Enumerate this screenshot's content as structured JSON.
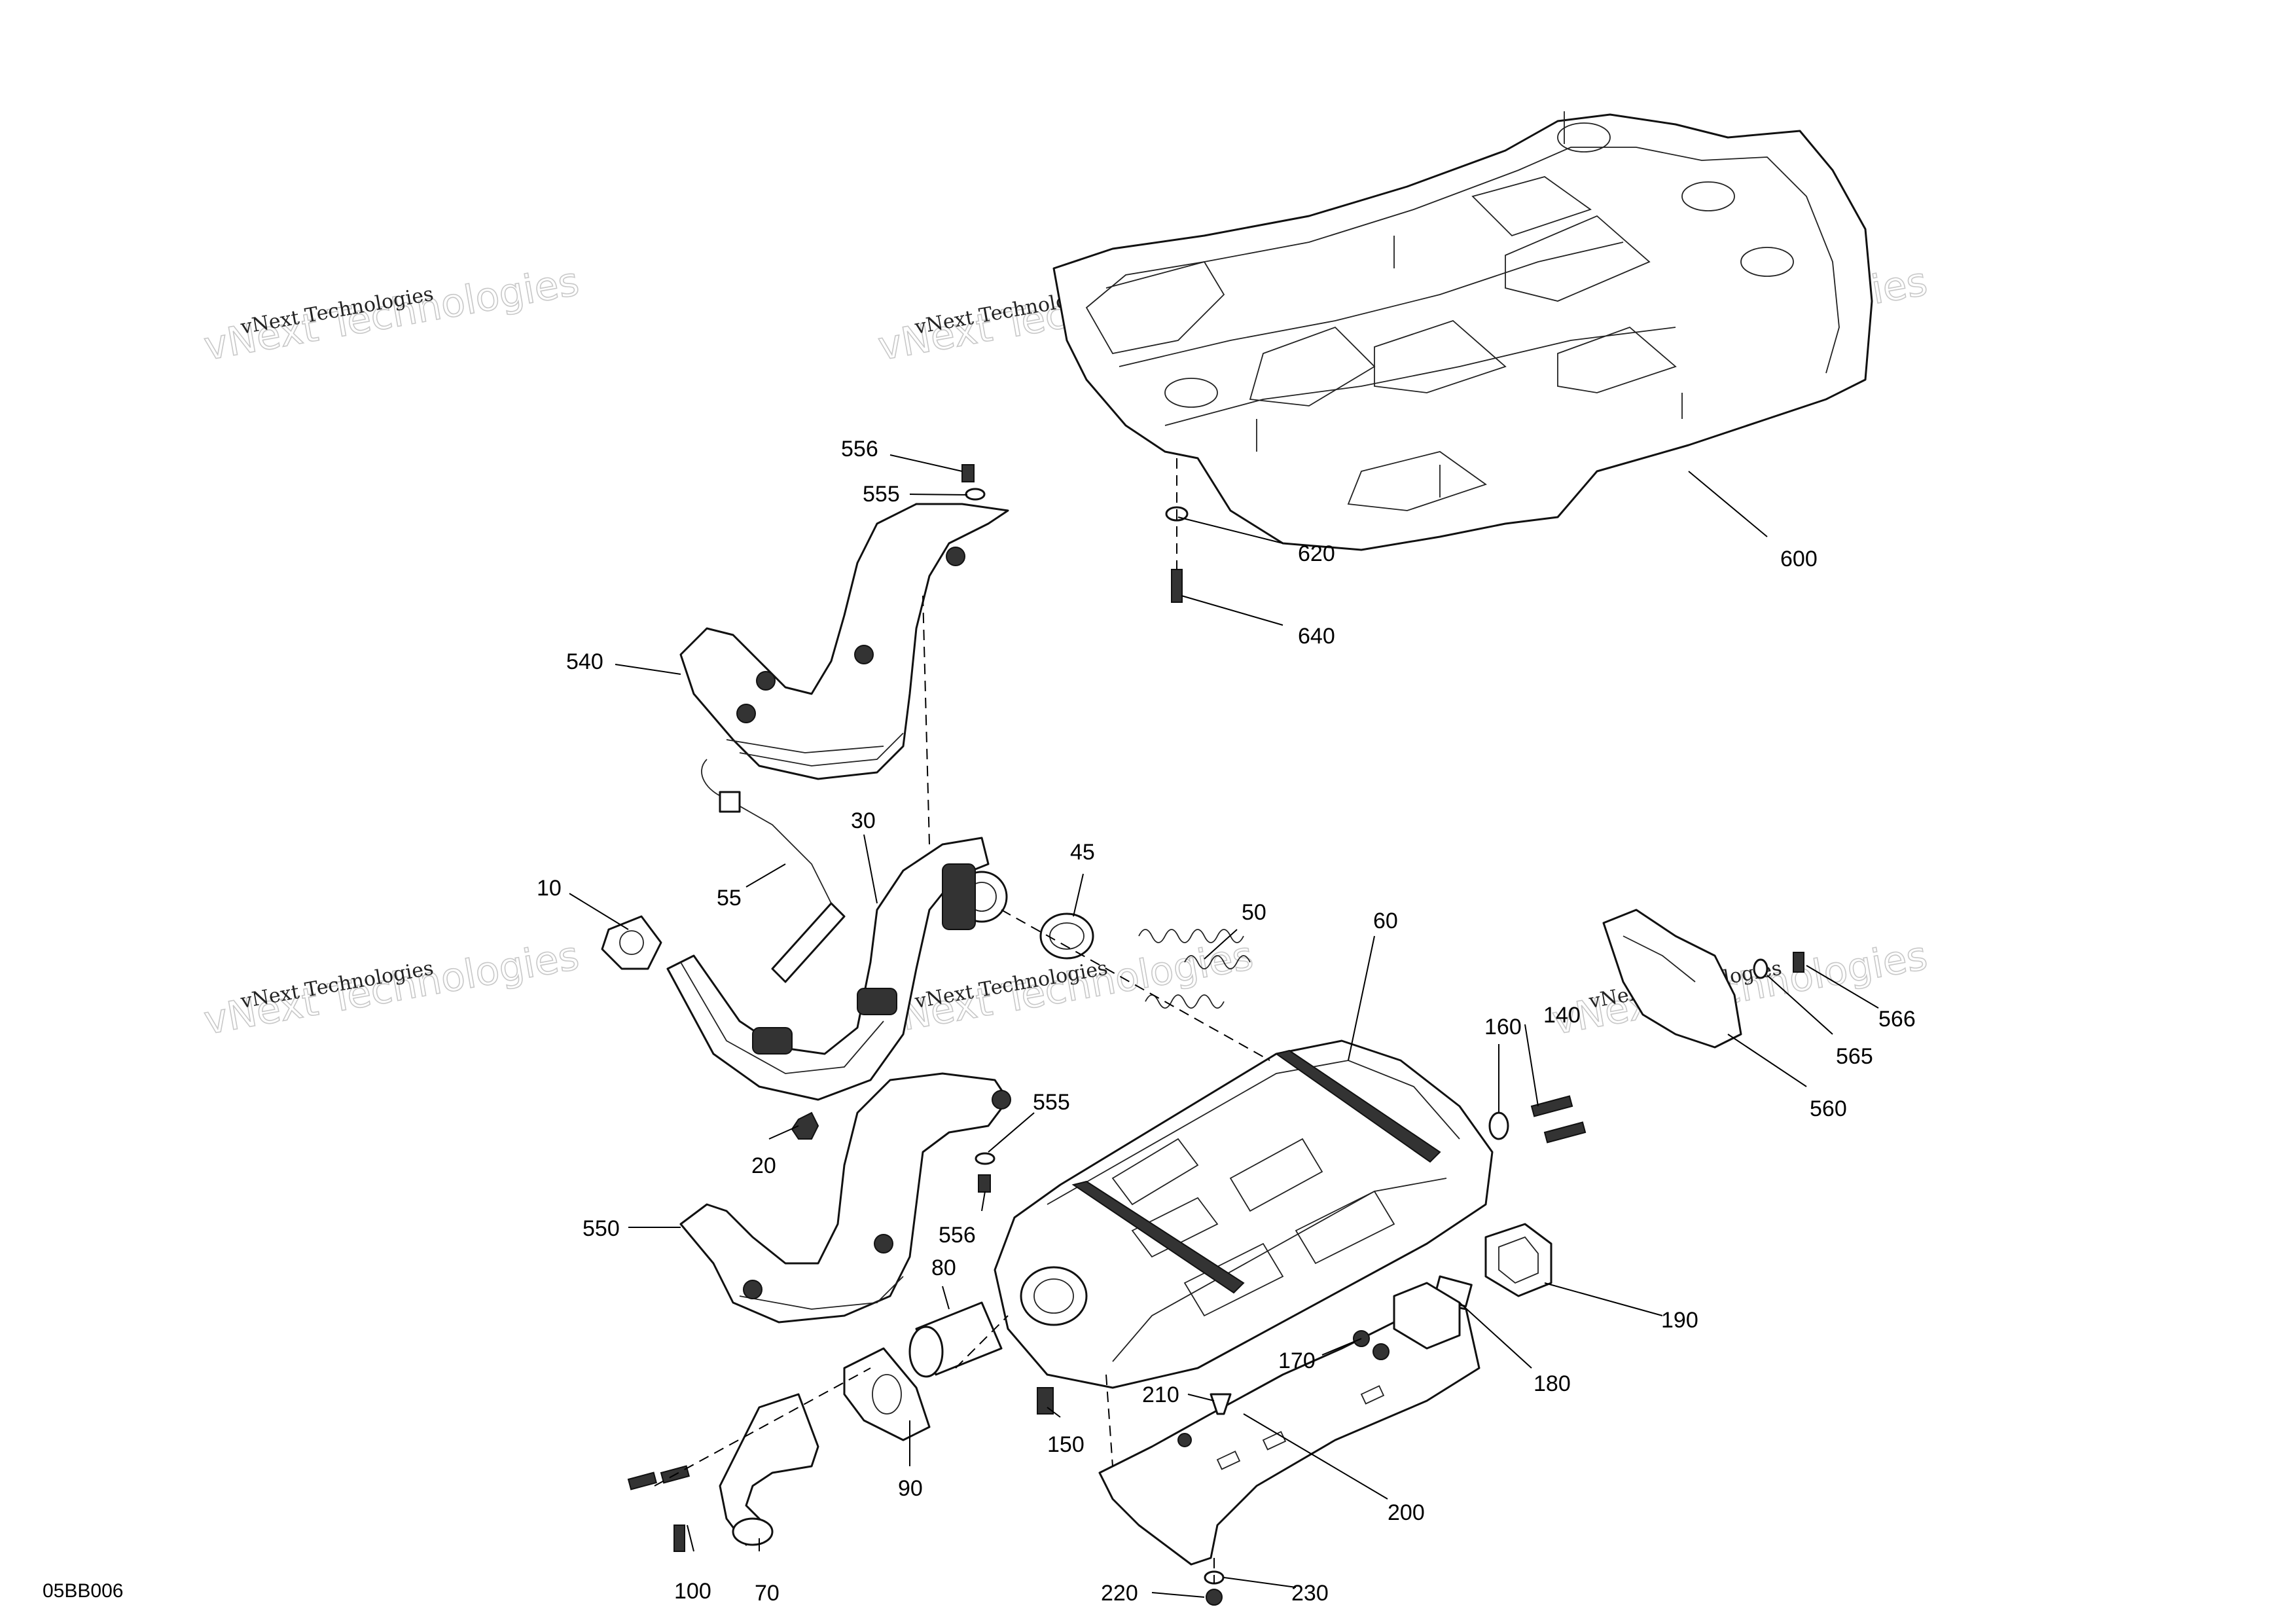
{
  "diagram_code": "05BB006",
  "watermark": {
    "line1": "vNext Technologies",
    "line2": "vNext Technologies"
  },
  "callouts": [
    {
      "id": "556a",
      "text": "556"
    },
    {
      "id": "555a",
      "text": "555"
    },
    {
      "id": "540",
      "text": "540"
    },
    {
      "id": "620",
      "text": "620"
    },
    {
      "id": "640",
      "text": "640"
    },
    {
      "id": "600",
      "text": "600"
    },
    {
      "id": "30",
      "text": "30"
    },
    {
      "id": "10",
      "text": "10"
    },
    {
      "id": "45",
      "text": "45"
    },
    {
      "id": "55",
      "text": "55"
    },
    {
      "id": "50",
      "text": "50"
    },
    {
      "id": "60",
      "text": "60"
    },
    {
      "id": "140",
      "text": "140"
    },
    {
      "id": "160",
      "text": "160"
    },
    {
      "id": "566",
      "text": "566"
    },
    {
      "id": "565",
      "text": "565"
    },
    {
      "id": "560",
      "text": "560"
    },
    {
      "id": "555b",
      "text": "555"
    },
    {
      "id": "20",
      "text": "20"
    },
    {
      "id": "556b",
      "text": "556"
    },
    {
      "id": "550",
      "text": "550"
    },
    {
      "id": "80",
      "text": "80"
    },
    {
      "id": "190",
      "text": "190"
    },
    {
      "id": "170",
      "text": "170"
    },
    {
      "id": "180",
      "text": "180"
    },
    {
      "id": "210",
      "text": "210"
    },
    {
      "id": "150",
      "text": "150"
    },
    {
      "id": "90",
      "text": "90"
    },
    {
      "id": "200",
      "text": "200"
    },
    {
      "id": "100",
      "text": "100"
    },
    {
      "id": "70",
      "text": "70"
    },
    {
      "id": "220",
      "text": "220"
    },
    {
      "id": "230",
      "text": "230"
    }
  ]
}
